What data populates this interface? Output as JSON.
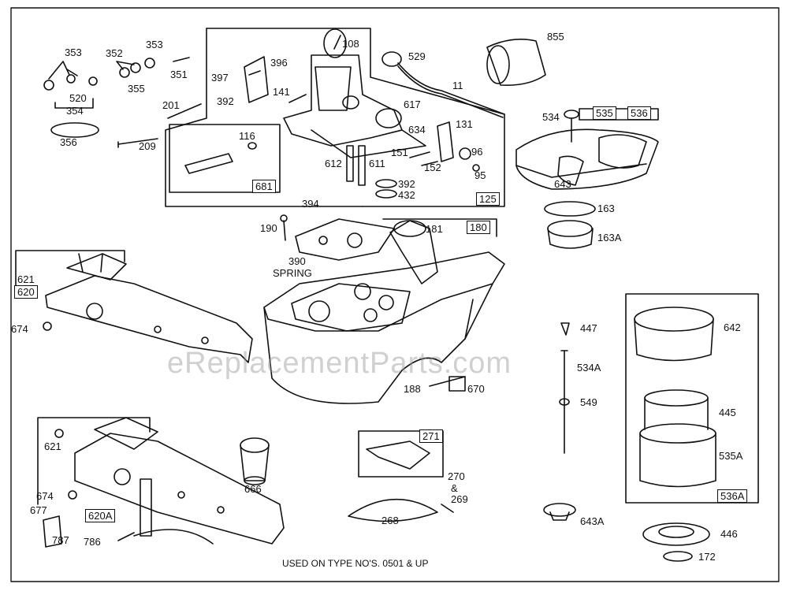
{
  "diagram": {
    "footnote": "USED ON TYPE NO'S. 0501 & UP",
    "watermark": "eReplacementParts.com",
    "part_numbers": {
      "p353a": "353",
      "p352": "352",
      "p353b": "353",
      "p351": "351",
      "p355": "355",
      "p520": "520",
      "p354": "354",
      "p356": "356",
      "p108": "108",
      "p529": "529",
      "p855": "855",
      "p396": "396",
      "p397": "397",
      "p392a": "392",
      "p201": "201",
      "p141": "141",
      "p11": "11",
      "p617": "617",
      "p209": "209",
      "p116": "116",
      "p634": "634",
      "p131": "131",
      "p534": "534",
      "p535": "535",
      "p536": "536",
      "p151": "151",
      "p152": "152",
      "p96": "96",
      "p95": "95",
      "p612": "612",
      "p611": "611",
      "p392b": "392",
      "p432": "432",
      "p643": "643",
      "p163": "163",
      "p163a": "163A",
      "p394": "394",
      "p190": "190",
      "p181": "181",
      "p390": "390",
      "spring": "SPRING",
      "p621a": "621",
      "p674a": "674",
      "p447": "447",
      "p642": "642",
      "p534a": "534A",
      "p188": "188",
      "p670": "670",
      "p549": "549",
      "p445": "445",
      "p621b": "621",
      "p535a": "535A",
      "p666": "666",
      "p270": "270",
      "amp": "&",
      "p269": "269",
      "p674b": "674",
      "p677": "677",
      "p268": "268",
      "p643a": "643A",
      "p446": "446",
      "p787": "787",
      "p786": "786",
      "p172": "172"
    },
    "boxed_labels": {
      "b681": "681",
      "b125": "125",
      "b180": "180",
      "b620": "620",
      "b271": "271",
      "b620a": "620A",
      "b536a": "536A"
    }
  }
}
